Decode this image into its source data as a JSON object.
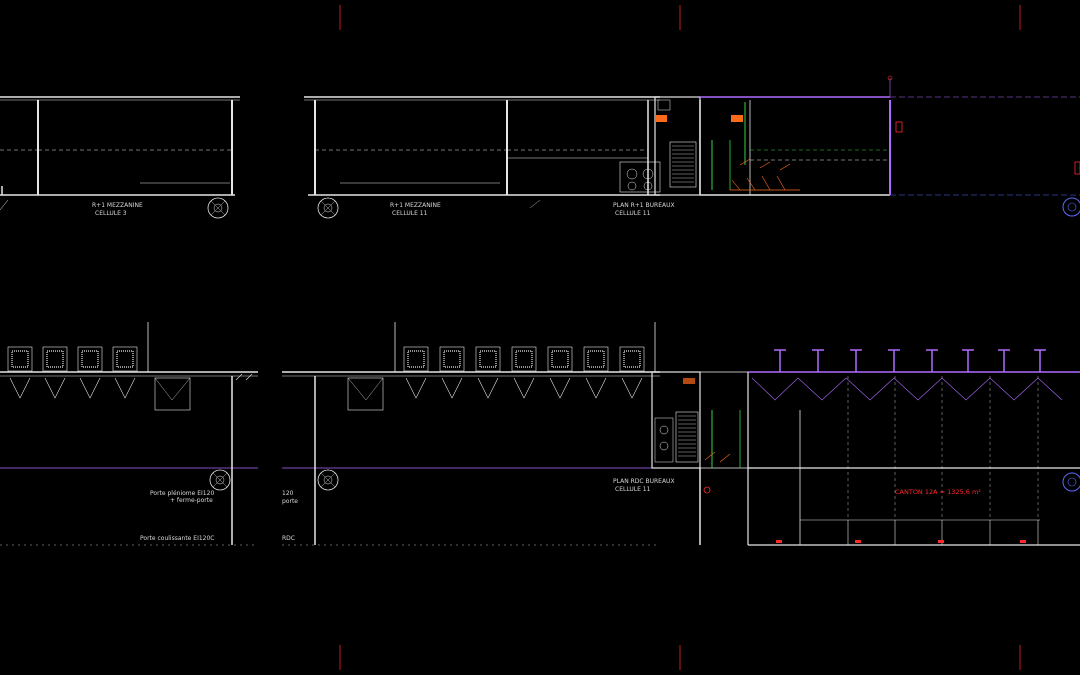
{
  "sheet": {
    "background": "#000000",
    "line_color": "#e6e6e6",
    "accent_red": "#ff2a2a",
    "accent_purple": "#b06bff",
    "accent_blue": "#5a6bff",
    "accent_green": "#38d24a",
    "accent_orange": "#ff6a1a"
  },
  "labels": {
    "mezz3_title": "R+1 MEZZANINE",
    "mezz3_cell": "CELLULE 3",
    "mezz11_title": "R+1 MEZZANINE",
    "mezz11_cell": "CELLULE 11",
    "offices_r1_title": "PLAN R+1 BUREAUX",
    "offices_r1_cell": "CELLULE 11",
    "offices_rdc_title": "PLAN RDC BUREAUX",
    "offices_rdc_cell": "CELLULE 11",
    "door_pleno": "Porte pléniome EI120",
    "door_pleno_sub": "+ ferme-porte",
    "door_sliding": "Porte coulissante EI120C",
    "frag_120": "120",
    "frag_porte": "porte",
    "frag_rdc": "RDC",
    "canton": "CANTON 12A = 1325,6 m²"
  }
}
